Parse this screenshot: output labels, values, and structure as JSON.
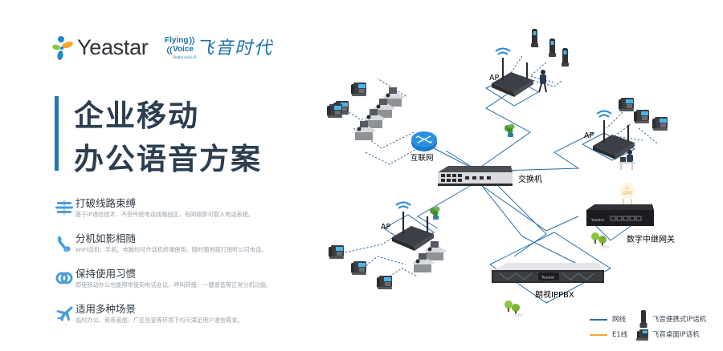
{
  "logos": {
    "yeastar": "Yeastar",
    "flying_voice_en_line1": "Flying",
    "flying_voice_en_line2": "Voice",
    "flying_voice_tagline": "Global voice IP",
    "flying_voice_cn": "飞音时代"
  },
  "title": {
    "line1": "企业移动",
    "line2": "办公语音方案",
    "accent_color": "#1e78b4"
  },
  "features": [
    {
      "icon": "layers-icon",
      "heading": "打破线路束缚",
      "description": "基于IP通信技术，不受传统电话线路固定，有网络即可联入电话系统。"
    },
    {
      "icon": "handset-icon",
      "heading": "分机如影相随",
      "description": "WIFI话机、手机、电脑均可作话机终端使用，随时随地拨打接听公司电话。"
    },
    {
      "icon": "link-icon",
      "heading": "保持使用习惯",
      "description": "即使移动办公也能照常使用电话会议、呼叫转接、一键录音等正常分机功能。"
    },
    {
      "icon": "airplane-icon",
      "heading": "适用多种场景",
      "description": "临时办公、商务差旅、厂区巡查等环境下均可满足用户通信需求。"
    }
  ],
  "diagram": {
    "internet_label": "互联网",
    "switch_label": "交换机",
    "ap_label": "AP",
    "gateway_label": "数字中继网关",
    "ippbx_label": "朗视IPPBX",
    "e1_bubble_line1": "E1",
    "e1_bubble_line2": "运营商",
    "device_brand": "Yeastar",
    "network_line_color": "#2a6fa8",
    "e1_line_color": "#f0a830"
  },
  "legend": {
    "network_line": "网线",
    "e1_line": "E1线",
    "portable_phone": "飞音便携式IP话机",
    "desk_phone": "飞音桌面IP话机"
  }
}
